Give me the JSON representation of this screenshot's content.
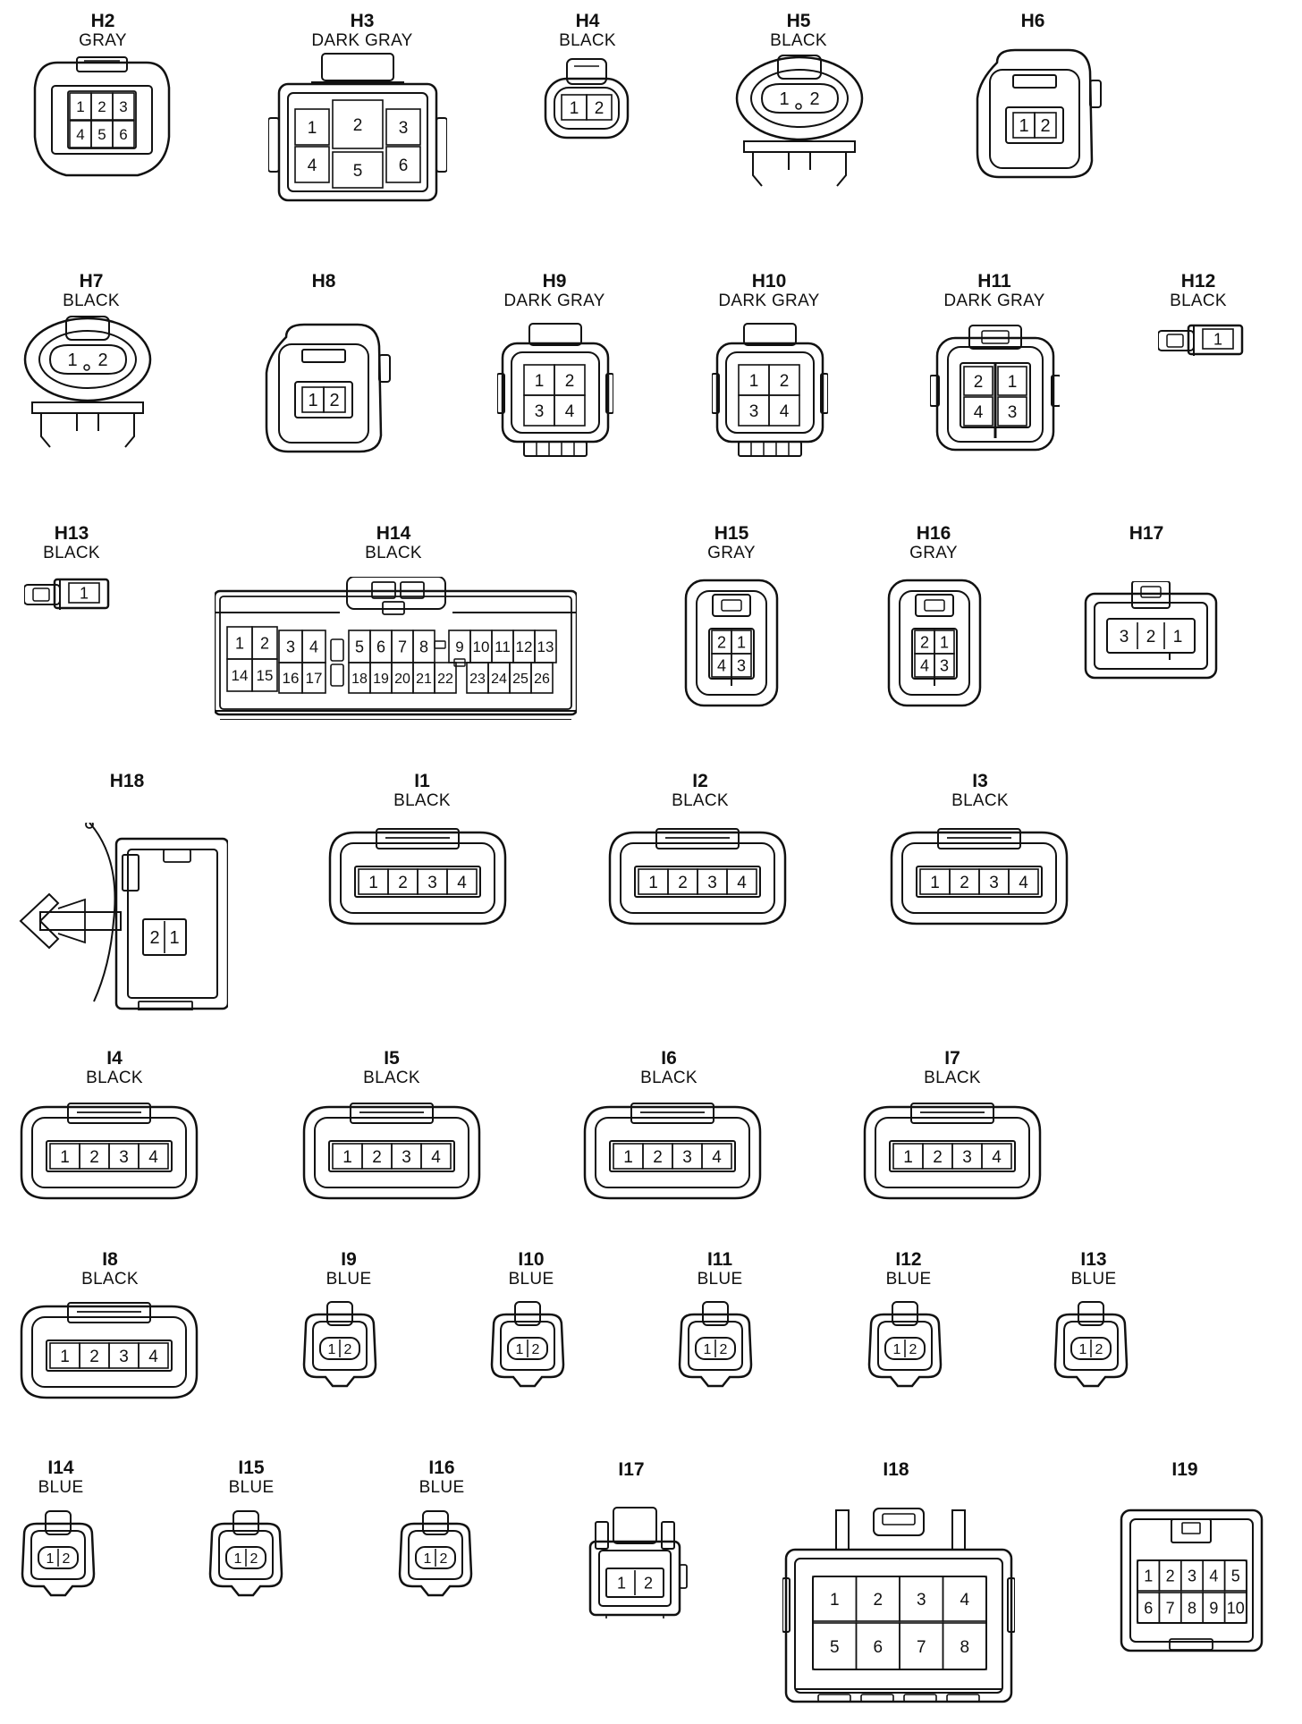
{
  "connectors": [
    {
      "id": "H2",
      "color": "GRAY",
      "pins": [
        "1",
        "2",
        "3",
        "4",
        "5",
        "6"
      ]
    },
    {
      "id": "H3",
      "color": "DARK GRAY",
      "pins": [
        "1",
        "2",
        "3",
        "4",
        "5",
        "6"
      ]
    },
    {
      "id": "H4",
      "color": "BLACK",
      "pins": [
        "1",
        "2"
      ]
    },
    {
      "id": "H5",
      "color": "BLACK",
      "pins": [
        "1",
        "2"
      ]
    },
    {
      "id": "H6",
      "color": "",
      "pins": [
        "1",
        "2"
      ]
    },
    {
      "id": "H7",
      "color": "BLACK",
      "pins": [
        "1",
        "2"
      ]
    },
    {
      "id": "H8",
      "color": "",
      "pins": [
        "1",
        "2"
      ]
    },
    {
      "id": "H9",
      "color": "DARK GRAY",
      "pins": [
        "1",
        "2",
        "3",
        "4"
      ]
    },
    {
      "id": "H10",
      "color": "DARK GRAY",
      "pins": [
        "1",
        "2",
        "3",
        "4"
      ]
    },
    {
      "id": "H11",
      "color": "DARK GRAY",
      "pins": [
        "2",
        "1",
        "4",
        "3"
      ]
    },
    {
      "id": "H12",
      "color": "BLACK",
      "pins": [
        "1"
      ]
    },
    {
      "id": "H13",
      "color": "BLACK",
      "pins": [
        "1"
      ]
    },
    {
      "id": "H14",
      "color": "BLACK",
      "pins": [
        "1",
        "2",
        "3",
        "4",
        "5",
        "6",
        "7",
        "8",
        "9",
        "10",
        "11",
        "12",
        "13",
        "14",
        "15",
        "16",
        "17",
        "18",
        "19",
        "20",
        "21",
        "22",
        "23",
        "24",
        "25",
        "26"
      ]
    },
    {
      "id": "H15",
      "color": "GRAY",
      "pins": [
        "2",
        "1",
        "4",
        "3"
      ]
    },
    {
      "id": "H16",
      "color": "GRAY",
      "pins": [
        "2",
        "1",
        "4",
        "3"
      ]
    },
    {
      "id": "H17",
      "color": "",
      "pins": [
        "3",
        "2",
        "1"
      ]
    },
    {
      "id": "H18",
      "color": "",
      "pins": [
        "2",
        "1"
      ]
    },
    {
      "id": "I1",
      "color": "BLACK",
      "pins": [
        "1",
        "2",
        "3",
        "4"
      ]
    },
    {
      "id": "I2",
      "color": "BLACK",
      "pins": [
        "1",
        "2",
        "3",
        "4"
      ]
    },
    {
      "id": "I3",
      "color": "BLACK",
      "pins": [
        "1",
        "2",
        "3",
        "4"
      ]
    },
    {
      "id": "I4",
      "color": "BLACK",
      "pins": [
        "1",
        "2",
        "3",
        "4"
      ]
    },
    {
      "id": "I5",
      "color": "BLACK",
      "pins": [
        "1",
        "2",
        "3",
        "4"
      ]
    },
    {
      "id": "I6",
      "color": "BLACK",
      "pins": [
        "1",
        "2",
        "3",
        "4"
      ]
    },
    {
      "id": "I7",
      "color": "BLACK",
      "pins": [
        "1",
        "2",
        "3",
        "4"
      ]
    },
    {
      "id": "I8",
      "color": "BLACK",
      "pins": [
        "1",
        "2",
        "3",
        "4"
      ]
    },
    {
      "id": "I9",
      "color": "BLUE",
      "pins": [
        "1",
        "2"
      ]
    },
    {
      "id": "I10",
      "color": "BLUE",
      "pins": [
        "1",
        "2"
      ]
    },
    {
      "id": "I11",
      "color": "BLUE",
      "pins": [
        "1",
        "2"
      ]
    },
    {
      "id": "I12",
      "color": "BLUE",
      "pins": [
        "1",
        "2"
      ]
    },
    {
      "id": "I13",
      "color": "BLUE",
      "pins": [
        "1",
        "2"
      ]
    },
    {
      "id": "I14",
      "color": "BLUE",
      "pins": [
        "1",
        "2"
      ]
    },
    {
      "id": "I15",
      "color": "BLUE",
      "pins": [
        "1",
        "2"
      ]
    },
    {
      "id": "I16",
      "color": "BLUE",
      "pins": [
        "1",
        "2"
      ]
    },
    {
      "id": "I17",
      "color": "",
      "pins": [
        "1",
        "2"
      ]
    },
    {
      "id": "I18",
      "color": "",
      "pins": [
        "1",
        "2",
        "3",
        "4",
        "5",
        "6",
        "7",
        "8"
      ]
    },
    {
      "id": "I19",
      "color": "",
      "pins": [
        "1",
        "2",
        "3",
        "4",
        "5",
        "6",
        "7",
        "8",
        "9",
        "10"
      ]
    }
  ]
}
